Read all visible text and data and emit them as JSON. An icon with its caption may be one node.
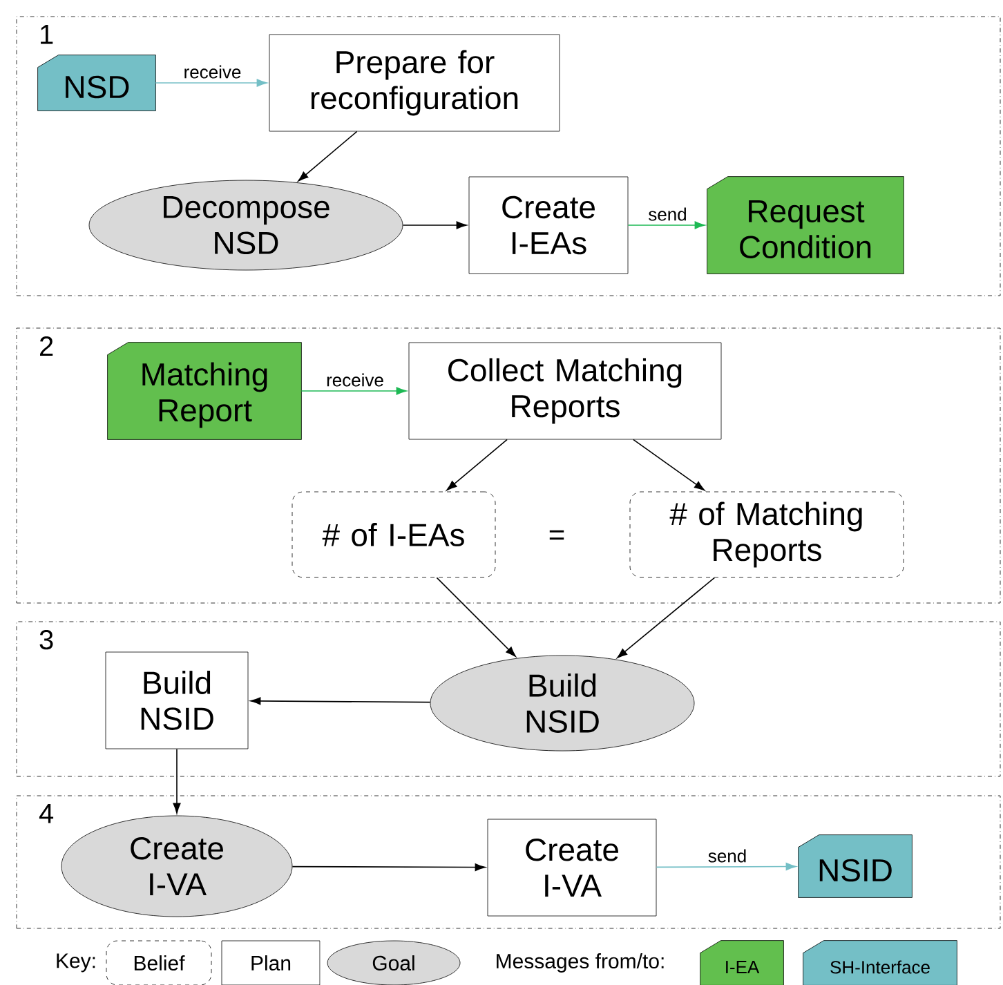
{
  "diagram": {
    "nodes": [
      {
        "text": [
          "1"
        ]
      },
      {
        "text": [
          "NSD"
        ],
        "in": 0
      },
      {
        "text": [
          "Prepare for reconfiguration"
        ],
        "in": 0
      },
      {
        "text": [
          "Decompose NSD"
        ],
        "in": 0
      },
      {
        "text": [
          "Create I-EAs"
        ],
        "in": 0
      },
      {
        "text": [
          "Request Condition"
        ],
        "in": 0
      },
      {
        "text": [
          "2"
        ]
      },
      {
        "text": [
          "Matching Report"
        ],
        "in": 6
      },
      {
        "text": [
          "Collect Matching Reports"
        ],
        "in": 6
      },
      {
        "text": [
          "# of I-EAs"
        ],
        "in": 6
      },
      {
        "text": [
          "# of Matching Reports"
        ],
        "in": 6
      },
      {
        "text": [
          "3"
        ]
      },
      {
        "text": [
          "Build NSID"
        ],
        "in": 11
      },
      {
        "text": [
          "Build NSID"
        ],
        "in": 11
      },
      {
        "text": [
          "4"
        ]
      },
      {
        "text": [
          "Create I-VA"
        ],
        "in": 14
      },
      {
        "text": [
          "Create I-VA"
        ],
        "in": 14
      },
      {
        "text": [
          "NSID"
        ],
        "in": 14
      },
      {
        "text": [
          "Belief"
        ]
      },
      {
        "text": [
          "Plan"
        ]
      },
      {
        "text": [
          "Goal"
        ]
      },
      {
        "text": [
          "I-EA"
        ]
      },
      {
        "text": [
          "SH-Interface"
        ]
      }
    ],
    "edges": [
      {
        "from": 1,
        "to": 2,
        "arrow": "to",
        "label": "receive",
        "color": "#74bfc6"
      },
      {
        "from": 2,
        "to": 3,
        "arrow": "to"
      },
      {
        "from": 3,
        "to": 4,
        "arrow": "to"
      },
      {
        "from": 4,
        "to": 5,
        "arrow": "to",
        "label": "send",
        "color": "#1db954"
      },
      {
        "from": 7,
        "to": 8,
        "arrow": "to",
        "label": "receive",
        "color": "#1db954"
      },
      {
        "from": 8,
        "to": 9,
        "arrow": "to"
      },
      {
        "from": 8,
        "to": 10,
        "arrow": "to"
      },
      {
        "from": 9,
        "to": 13,
        "arrow": "to"
      },
      {
        "from": 10,
        "to": 13,
        "arrow": "to"
      },
      {
        "from": 13,
        "to": 12,
        "arrow": "to"
      },
      {
        "from": 12,
        "to": 15,
        "arrow": "to"
      },
      {
        "from": 15,
        "to": 16,
        "arrow": "to"
      },
      {
        "from": 16,
        "to": 17,
        "arrow": "to",
        "label": "send",
        "color": "#74bfc6"
      }
    ],
    "labels": [
      "=",
      "Key:",
      "Messages from/to:"
    ]
  }
}
